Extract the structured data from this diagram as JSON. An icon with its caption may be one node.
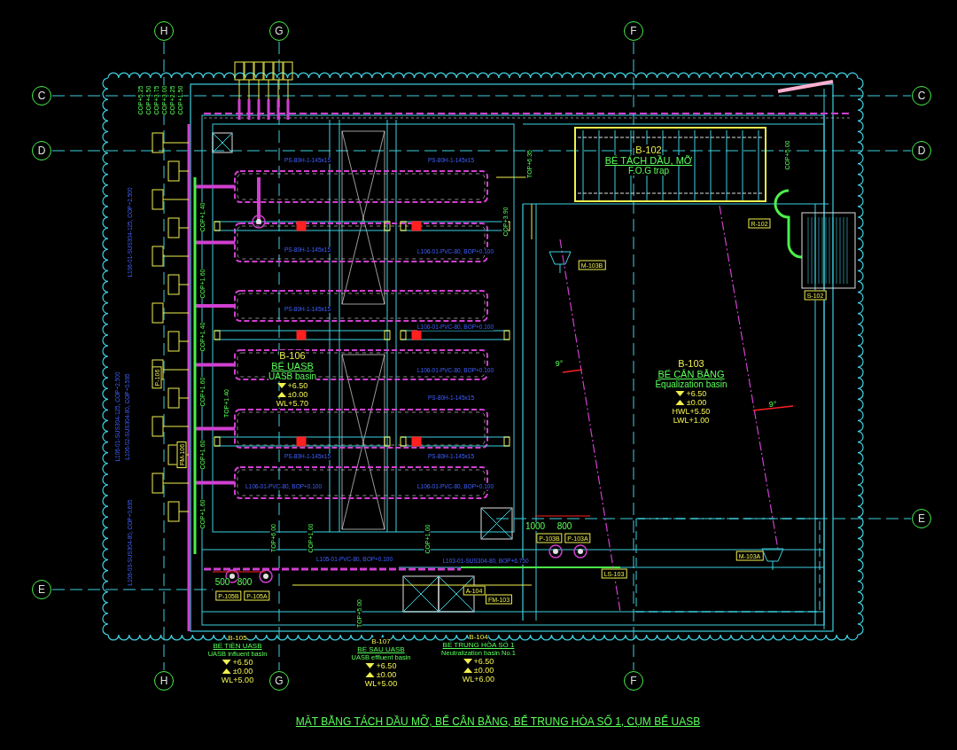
{
  "diagram": {
    "title": "MẶT BẰNG TÁCH DẦU MỠ, BỂ CÂN BẰNG, BỂ TRUNG HÒA SỐ 1, CỤM BỂ UASB",
    "nodes": [
      {
        "text": [
          "B-106",
          "BỂ UASB",
          "UASB basin",
          "+6.50",
          "±0.00",
          "WL+5.70"
        ]
      },
      {
        "text": [
          "B-102",
          "BỂ TÁCH DẦU, MỠ",
          "F.O.G trap"
        ]
      },
      {
        "text": [
          "B-103",
          "BỂ CÂN BẰNG",
          "Equalization basin",
          "+6.50",
          "±0.00",
          "HWL+5.50",
          "LWL+1.00"
        ]
      }
    ],
    "labels": [
      "H",
      "G",
      "F",
      "C",
      "C",
      "D",
      "D",
      "E",
      "E",
      "H",
      "G",
      "F",
      "COP+5.25",
      "COP+4.50",
      "COP+3.75",
      "COP+3.00",
      "COP+2.25",
      "COP+1.50",
      "TOP+6.35",
      "COP+5.00",
      "COP+3.90",
      "PS-80H-1-145x15",
      "PS-80H-1-145x15",
      "L106-01-PVC-80, BOP+0.100",
      "PS-80H-1-145x15",
      "PS-80H-1-145x15",
      "L106-01-PVC-80, BOP+0.100",
      "L106-01-PVC-80, BOP+0.100",
      "PS-80H-1-145x15",
      "PS-80H-1-145x15",
      "PS-80H-1-145x15",
      "L106-01-PVC-80, BOP+0.100",
      "L106-01-PVC-80, BOP+0.100",
      "COP+1.40",
      "COP+1.60",
      "COP+1.40",
      "COP+1.60",
      "TOP+1.40",
      "COP+1.60",
      "COP+1.60",
      "TOP+6.00",
      "COP+1.00",
      "COP+1.00",
      "TOP+5.00",
      "L106-01-SUS304-125, COP+2.500",
      "L106-01-SUS304-125, COP+2.500",
      "L106-02-SUS304-80, COP+0.595",
      "L106-03-SUS304-80, COP+0.695",
      "P-106",
      "FM-106",
      "500",
      "800",
      "P-105B",
      "P-105A",
      "L105-01-PVC-80, BOP+0.100",
      "L103-01-SUS304-80, BOP+6.750",
      "A-104",
      "FM-103",
      "1000",
      "800",
      "P-103B",
      "P-103A",
      "LS-103",
      "M-103B",
      "R-102",
      "S-102",
      "9°",
      "9°",
      "M-103A",
      "B-105",
      "BỂ TIỀN UASB",
      "UASB influent basin",
      "+6.50",
      "±0.00",
      "WL+5.00",
      "B-107",
      "BỂ SAU UASB",
      "UASB effluent basin",
      "+6.50",
      "±0.00",
      "WL+5.00",
      "B-104",
      "BỂ TRUNG HÒA SỐ 1",
      "Neutralization basin No.1",
      "+6.50",
      "±0.00",
      "WL+6.00"
    ]
  }
}
